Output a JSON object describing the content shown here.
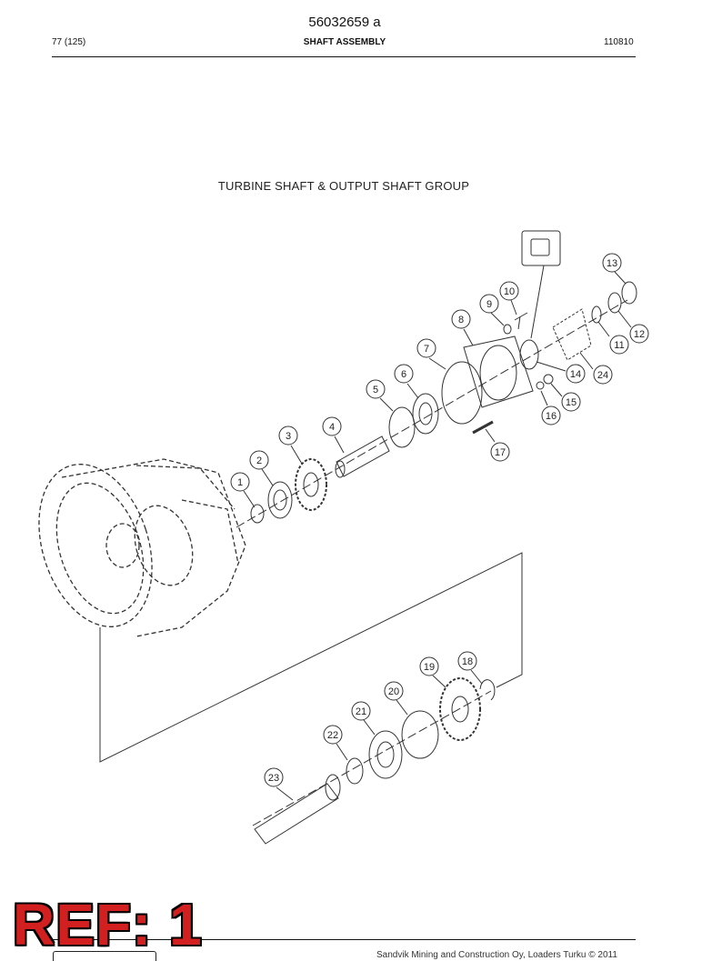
{
  "header": {
    "doc_number": "56032659 a",
    "page": "77 (125)",
    "section": "SHAFT ASSEMBLY",
    "code": "110810"
  },
  "figure": {
    "title": "TURBINE SHAFT & OUTPUT SHAFT GROUP",
    "callouts": [
      "1",
      "2",
      "3",
      "4",
      "5",
      "6",
      "7",
      "8",
      "9",
      "10",
      "11",
      "12",
      "13",
      "14",
      "15",
      "16",
      "17",
      "18",
      "19",
      "20",
      "21",
      "22",
      "23",
      "24"
    ]
  },
  "footer": {
    "text": "Sandvik Mining and Construction Oy, Loaders Turku © 2011",
    "stamp": "REF: 1"
  },
  "colors": {
    "stamp": "#d21f1f",
    "ink": "#111111"
  }
}
